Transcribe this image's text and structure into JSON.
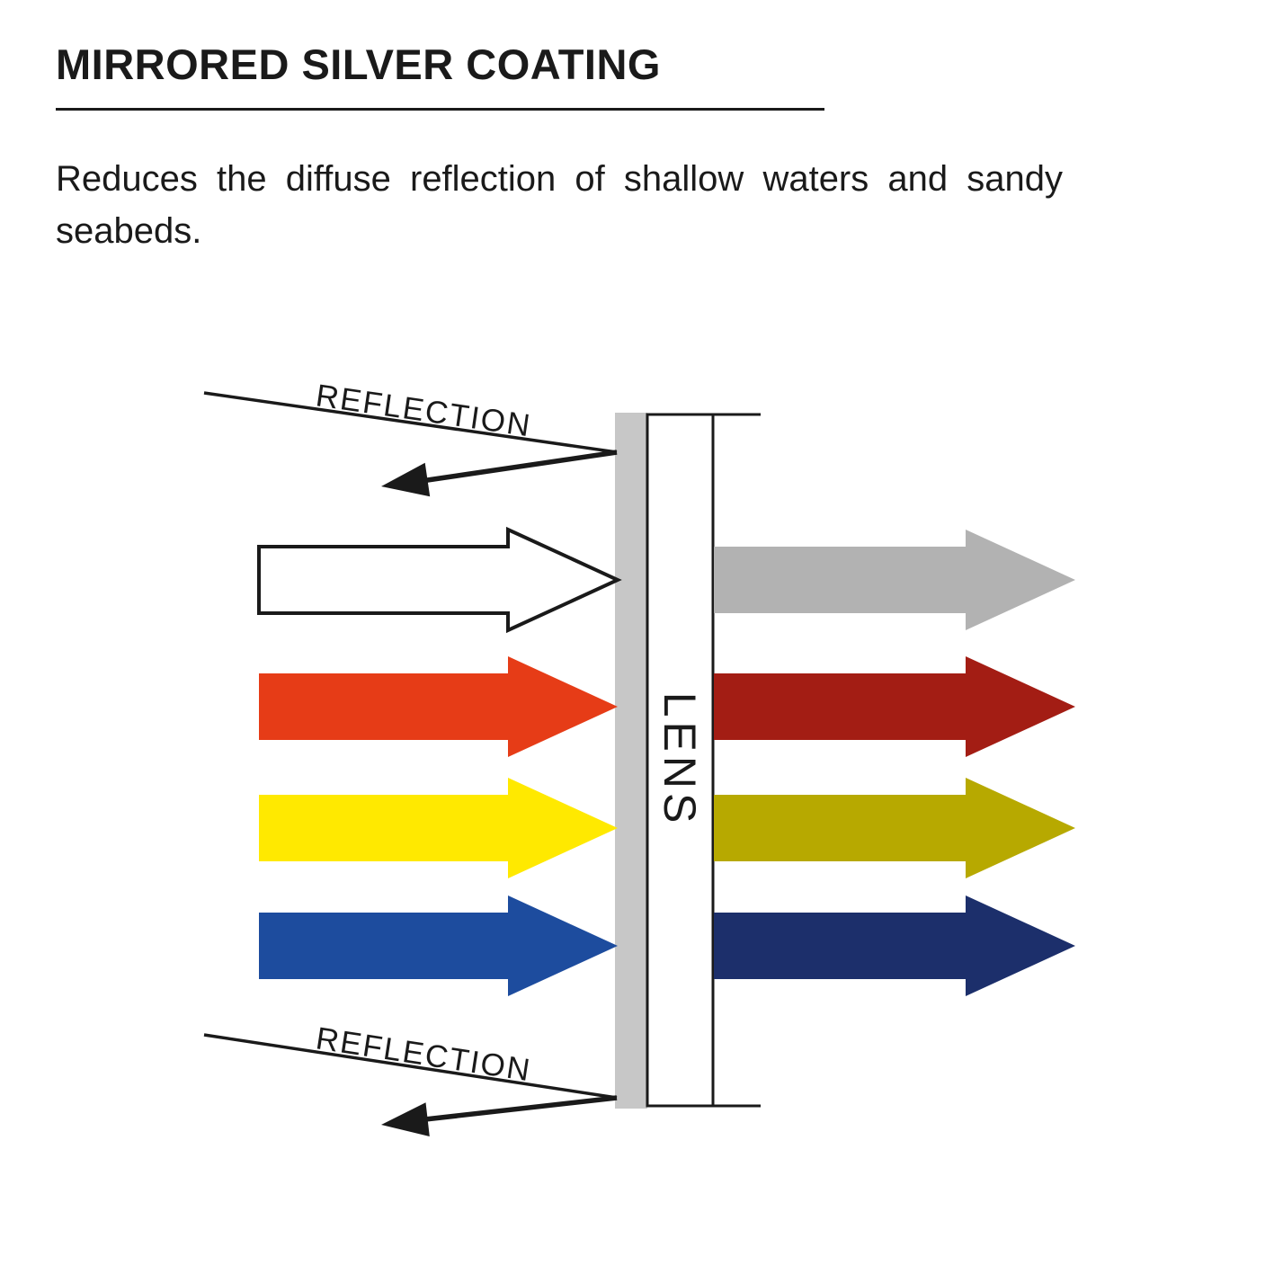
{
  "page": {
    "title": "MIRRORED SILVER COATING",
    "description": "Reduces the diffuse reflection of shallow waters and sandy seabeds."
  },
  "diagram": {
    "lens_label": "LENS",
    "top_reflection_label": "REFLECTION",
    "bottom_reflection_label": "REFLECTION",
    "colors": {
      "ink": "#1a1a1a",
      "coating": "#c7c7c7",
      "lens_fill": "#ffffff"
    },
    "incoming_arrows": [
      {
        "name": "white",
        "fill": "#ffffff",
        "stroke": "#1a1a1a"
      },
      {
        "name": "red",
        "fill": "#e63c17",
        "stroke": "none"
      },
      {
        "name": "yellow",
        "fill": "#ffe900",
        "stroke": "none"
      },
      {
        "name": "blue",
        "fill": "#1d4c9e",
        "stroke": "none"
      }
    ],
    "transmitted_arrows": [
      {
        "name": "silver",
        "fill": "#b2b2b2"
      },
      {
        "name": "dark-red",
        "fill": "#a31d14"
      },
      {
        "name": "olive",
        "fill": "#b7a900"
      },
      {
        "name": "navy",
        "fill": "#1c2f6b"
      }
    ]
  }
}
